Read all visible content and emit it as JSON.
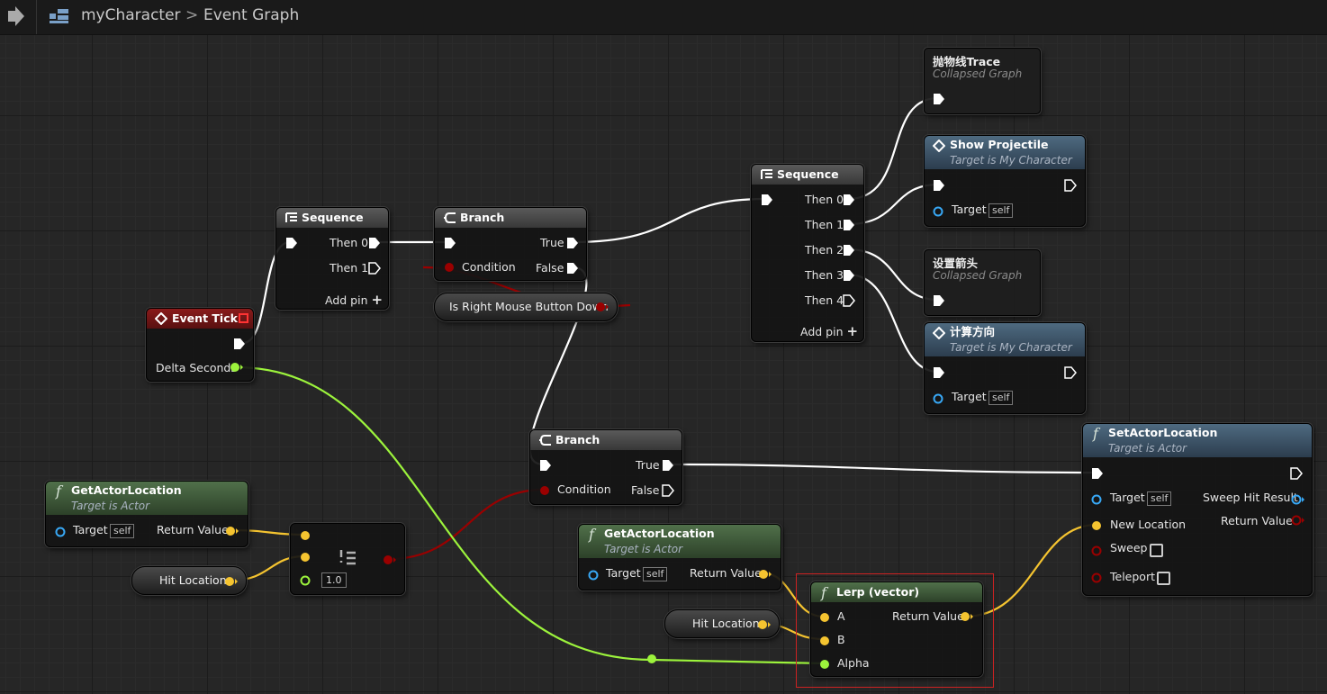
{
  "breadcrumb": {
    "blueprint": "myCharacter",
    "separator": ">",
    "graph": "Event Graph"
  },
  "nodes": {
    "event_tick": {
      "title": "Event Tick",
      "delta_seconds": "Delta Seconds"
    },
    "sequence_1": {
      "title": "Sequence",
      "then0": "Then 0",
      "then1": "Then 1",
      "add_pin": "Add pin"
    },
    "branch_1": {
      "title": "Branch",
      "condition": "Condition",
      "true": "True",
      "false": "False"
    },
    "is_right_mouse": {
      "label": "Is Right Mouse Button Down"
    },
    "sequence_2": {
      "title": "Sequence",
      "then0": "Then 0",
      "then1": "Then 1",
      "then2": "Then 2",
      "then3": "Then 3",
      "then4": "Then 4",
      "add_pin": "Add pin"
    },
    "parabola_trace": {
      "title": "抛物线Trace",
      "subtitle": "Collapsed Graph"
    },
    "show_projectile": {
      "title": "Show Projectile",
      "subtitle": "Target is My Character",
      "target": "Target",
      "self": "self"
    },
    "set_arrow": {
      "title": "设置箭头",
      "subtitle": "Collapsed Graph"
    },
    "calc_direction": {
      "title": "计算方向",
      "subtitle": "Target is My Character",
      "target": "Target",
      "self": "self"
    },
    "branch_2": {
      "title": "Branch",
      "condition": "Condition",
      "true": "True",
      "false": "False"
    },
    "set_actor_location": {
      "title": "SetActorLocation",
      "subtitle": "Target is Actor",
      "target": "Target",
      "self": "self",
      "new_location": "New Location",
      "sweep": "Sweep",
      "teleport": "Teleport",
      "sweep_hit_result": "Sweep Hit Result",
      "return_value": "Return Value"
    },
    "get_actor_location_1": {
      "title": "GetActorLocation",
      "subtitle": "Target is Actor",
      "target": "Target",
      "self": "self",
      "return_value": "Return Value"
    },
    "hit_location_1": {
      "label": "Hit Location"
    },
    "not_equal": {
      "tolerance": "1.0"
    },
    "get_actor_location_2": {
      "title": "GetActorLocation",
      "subtitle": "Target is Actor",
      "target": "Target",
      "self": "self",
      "return_value": "Return Value"
    },
    "hit_location_2": {
      "label": "Hit Location"
    },
    "lerp": {
      "title": "Lerp (vector)",
      "a": "A",
      "b": "B",
      "alpha": "Alpha",
      "return_value": "Return Value"
    }
  },
  "colors": {
    "exec_wire": "#ffffff",
    "float_pin": "#9cf33c",
    "vector_pin": "#f5c430",
    "bool_pin": "#9a0000",
    "object_pin": "#38a8f5",
    "struct_pin": "#e11f24",
    "selection": "#c22222"
  }
}
